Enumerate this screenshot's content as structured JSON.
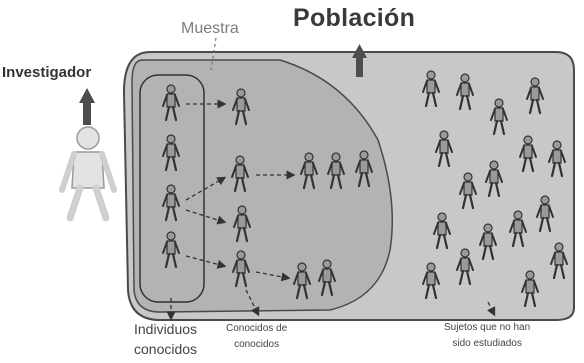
{
  "labels": {
    "poblacion": "Población",
    "muestra": "Muestra",
    "investigador": "Investigador",
    "individuos_line1": "Individuos",
    "individuos_line2": "conocidos",
    "conocidos_line1": "Conocidos de",
    "conocidos_line2": "conocidos",
    "sujetos_line1": "Sujetos que no han",
    "sujetos_line2": "sido estudiados"
  },
  "colors": {
    "population_fill": "#c8c8c8",
    "population_stroke": "#4a4a4a",
    "sample_fill": "#b3b3b3",
    "arrow_fill": "#4d4d4d",
    "researcher_fill": "#e3e3e3",
    "person_fill": "#999999",
    "person_stroke": "#333333"
  }
}
